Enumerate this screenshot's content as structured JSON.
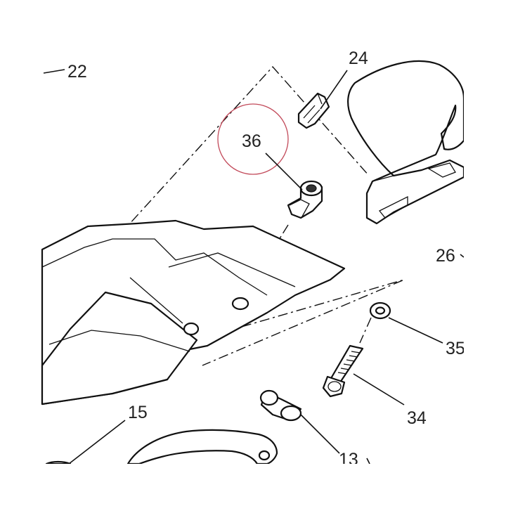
{
  "labels": {
    "l22": "22",
    "l24": "24",
    "l36": "36",
    "l26": "26",
    "l35": "35",
    "l34": "34",
    "l15": "15",
    "l13": "13"
  },
  "highlight": {
    "part": "36",
    "color": "#c24a5a"
  },
  "colors": {
    "line": "#111111",
    "text": "#222222",
    "background": "#ffffff"
  }
}
